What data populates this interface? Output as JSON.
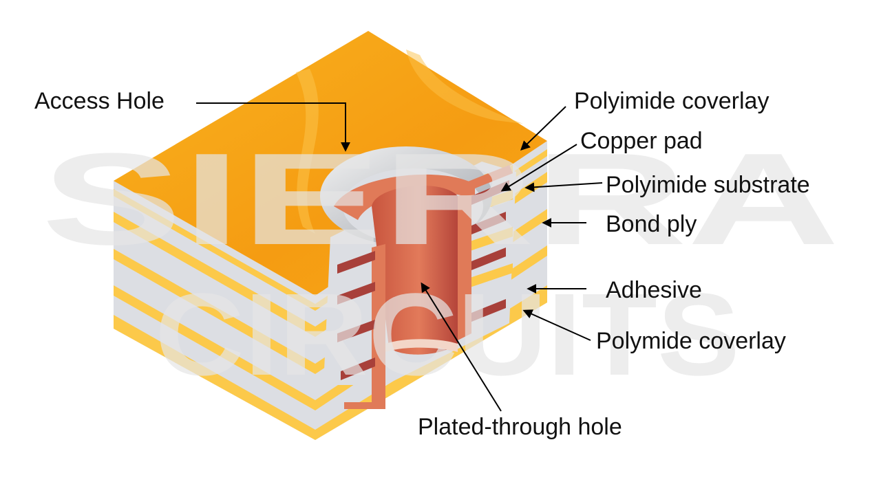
{
  "watermark": {
    "line1": "SIERRA",
    "line2": "CIRCUITS"
  },
  "labels": {
    "access_hole": "Access Hole",
    "polyimide_coverlay": "Polyimide coverlay",
    "copper_pad": "Copper pad",
    "polyimide_substrate": "Polyimide substrate",
    "bond_ply": "Bond ply",
    "adhesive": "Adhesive",
    "polymide_coverlay": "Polymide coverlay",
    "plated_through_hole": "Plated-through hole"
  },
  "colors": {
    "top_orange": "#f7a416",
    "coverlay_yellow": "#fcc94a",
    "dielectric_gray": "#dcdee3",
    "copper": "#d9684a",
    "copper_dark": "#a8403a"
  }
}
